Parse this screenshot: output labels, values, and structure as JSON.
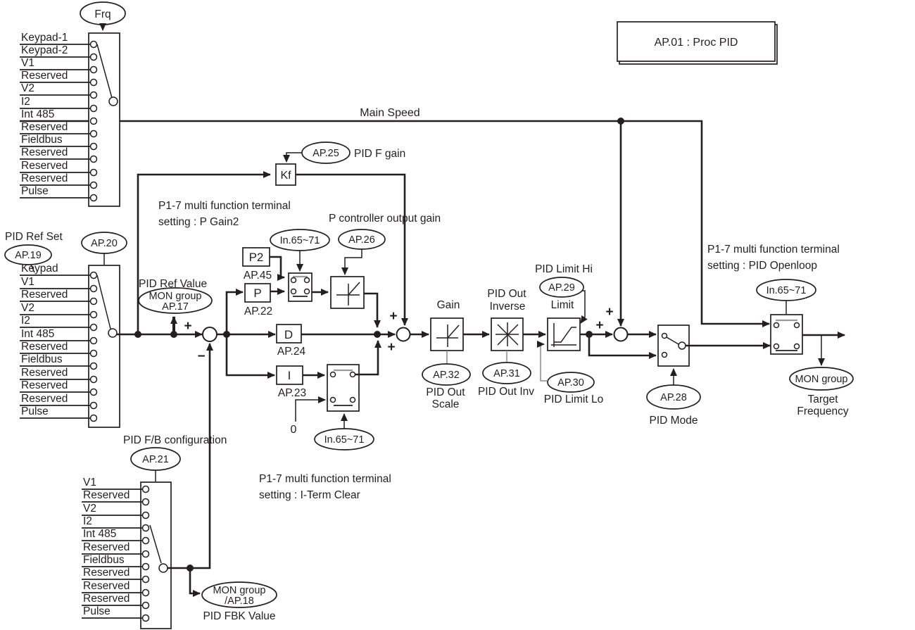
{
  "title_box": {
    "label": "AP.01 : Proc PID"
  },
  "main_speed_label": "Main Speed",
  "frq_selector": {
    "param": "Frq",
    "items": [
      "Keypad-1",
      "Keypad-2",
      "V1",
      "Reserved",
      "V2",
      "I2",
      "Int 485",
      "Reserved",
      "Fieldbus",
      "Reserved",
      "Reserved",
      "Reserved",
      "Pulse"
    ]
  },
  "ref_selector": {
    "title": "PID Ref Set",
    "param_a": "AP.19",
    "param_b": "AP.20",
    "items": [
      "Keypad",
      "V1",
      "Reserved",
      "V2",
      "I2",
      "Int 485",
      "Reserved",
      "Fieldbus",
      "Reserved",
      "Reserved",
      "Reserved",
      "Pulse"
    ]
  },
  "fb_selector": {
    "title": "PID F/B configuration",
    "param": "AP.21",
    "items": [
      "V1",
      "Reserved",
      "V2",
      "I2",
      "Int 485",
      "Reserved",
      "Fieldbus",
      "Reserved",
      "Reserved",
      "Reserved",
      "Pulse"
    ]
  },
  "ref_value": {
    "label": "PID Ref Value",
    "ellipse_line1": "MON group",
    "ellipse_line2": "AP.17"
  },
  "fbk_value": {
    "ellipse_line1": "MON group",
    "ellipse_line2": "/AP.18",
    "label": "PID FBK Value"
  },
  "feedforward": {
    "block": "Kf",
    "param": "AP.25",
    "label": "PID F gain"
  },
  "notes": {
    "pgain2_line1": "P1-7 multi function terminal",
    "pgain2_line2": "setting : P Gain2",
    "p_controller_gain": "P controller output gain",
    "iterm_line1": "P1-7 multi function terminal",
    "iterm_line2": "setting : I-Term Clear",
    "openloop_line1": "P1-7 multi function terminal",
    "openloop_line2": "setting : PID Openloop"
  },
  "pid_path": {
    "p2_block": "P2",
    "p2_param": "AP.45",
    "p_block": "P",
    "p_param": "AP.22",
    "d_block": "D",
    "d_param": "AP.24",
    "i_block": "I",
    "i_param": "AP.23",
    "pgain_switch_param": "In.65~71",
    "pgain_param": "AP.26",
    "iterm_switch_param": "In.65~71",
    "zero_input": "0"
  },
  "gain_block": {
    "title": "Gain",
    "param": "AP.32",
    "label_line1": "PID Out",
    "label_line2": "Scale"
  },
  "inverse_block": {
    "title_line1": "PID Out",
    "title_line2": "Inverse",
    "param": "AP.31",
    "label": "PID Out Inv"
  },
  "limit_block": {
    "title": "Limit",
    "hi_label": "PID Limit Hi",
    "hi_param": "AP.29",
    "lo_param": "AP.30",
    "lo_label": "PID Limit Lo"
  },
  "pid_mode": {
    "param": "AP.28",
    "label": "PID Mode"
  },
  "output_stage": {
    "switch_param": "In.65~71",
    "mon_label": "MON group",
    "target_line1": "Target",
    "target_line2": "Frequency"
  },
  "signs": {
    "plus": "+",
    "minus": "−"
  }
}
